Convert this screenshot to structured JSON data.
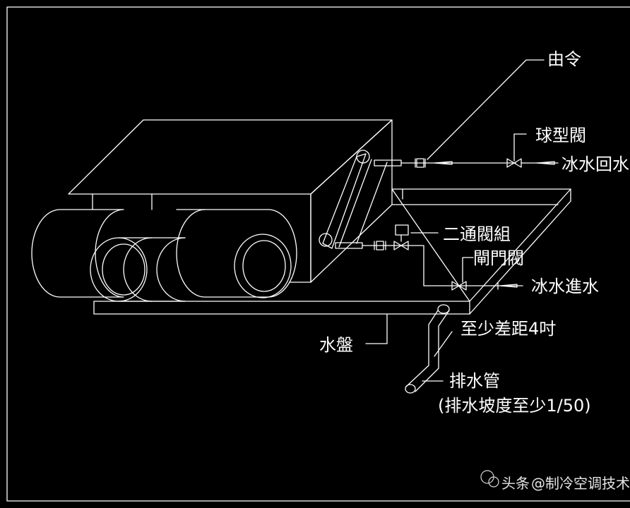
{
  "labels": {
    "union": "由令",
    "globe_valve": "球型閥",
    "chilled_return": "冰水回水",
    "two_way_valve": "二通閥組",
    "gate_valve": "閘門閥",
    "chilled_supply": "冰水進水",
    "drain_pan": "水盤",
    "min_drop": "至少差距4吋",
    "drain_pipe": "排水管",
    "drain_slope": "(排水坡度至少1/50)"
  },
  "watermark": {
    "source": "头条",
    "account": "@制冷空调技术"
  },
  "colors": {
    "background": "#000000",
    "linework": "#ffffff"
  }
}
